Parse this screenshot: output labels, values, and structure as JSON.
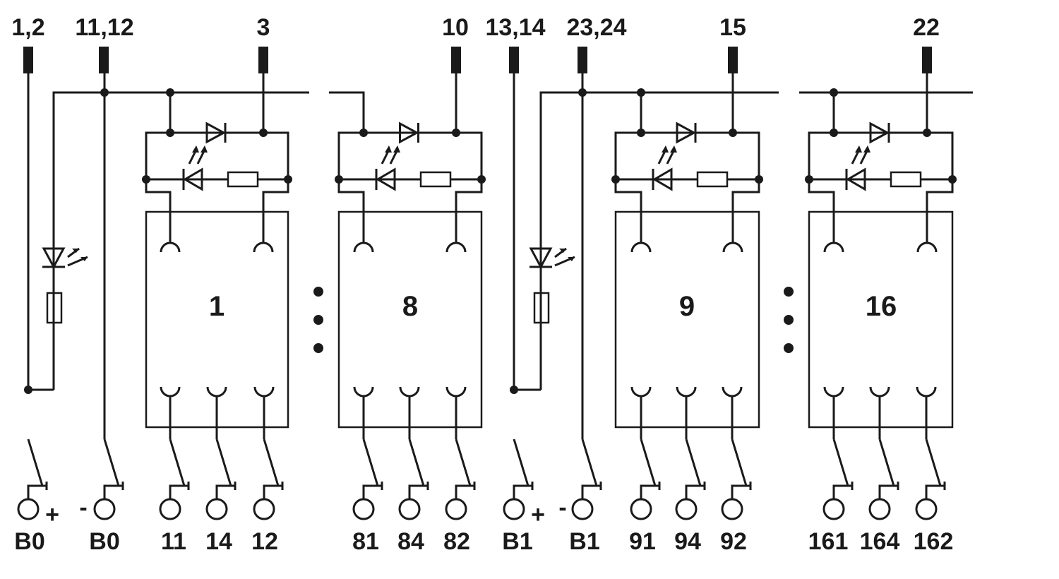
{
  "top_terminals": [
    "1,2",
    "11,12",
    "3",
    "10",
    "13,14",
    "23,24",
    "15",
    "22"
  ],
  "relays": [
    {
      "number": "1",
      "contacts": [
        "11",
        "14",
        "12"
      ]
    },
    {
      "number": "8",
      "contacts": [
        "81",
        "84",
        "82"
      ]
    },
    {
      "number": "9",
      "contacts": [
        "91",
        "94",
        "92"
      ]
    },
    {
      "number": "16",
      "contacts": [
        "161",
        "164",
        "162"
      ]
    }
  ],
  "supply_terminals": [
    {
      "label": "B0",
      "polarity": "+"
    },
    {
      "label": "B0",
      "polarity": "-"
    },
    {
      "label": "B1",
      "polarity": "+"
    },
    {
      "label": "B1",
      "polarity": "-"
    }
  ],
  "ellipsis_dots": 3
}
